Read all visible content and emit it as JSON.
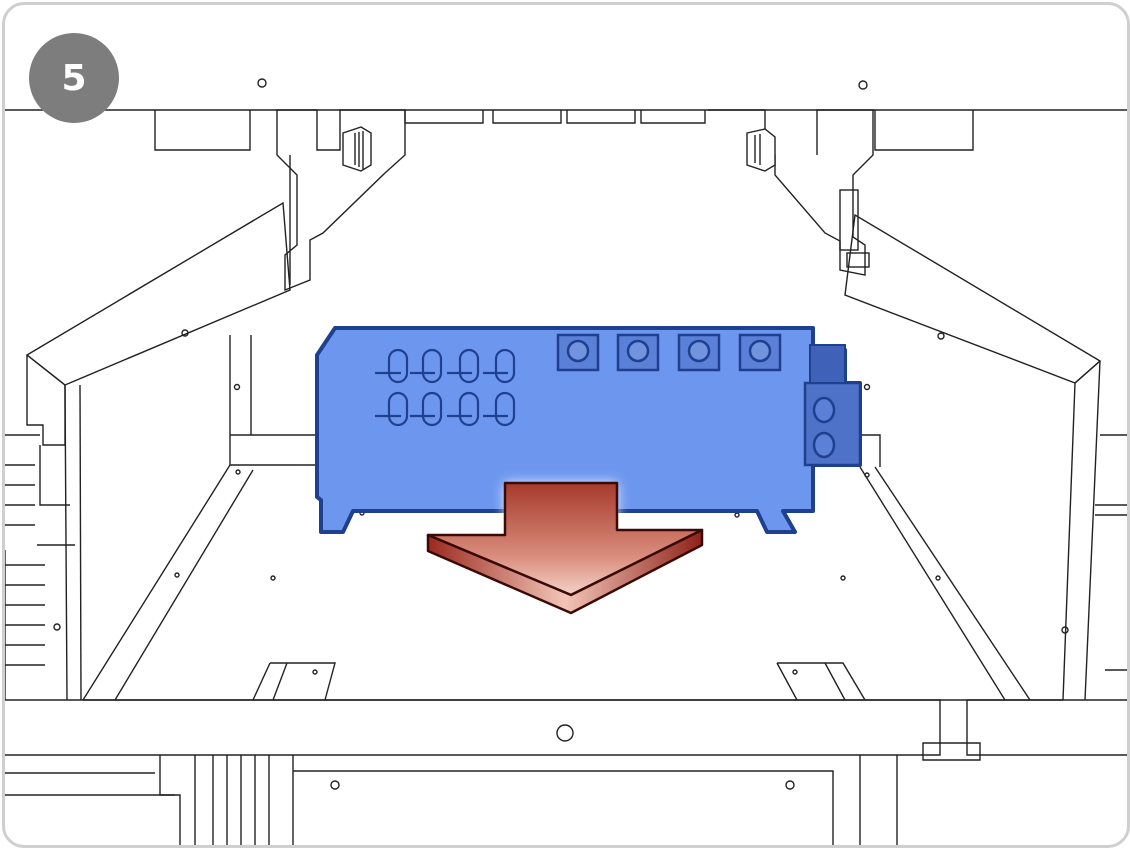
{
  "step": {
    "number": "5"
  },
  "instruction": {
    "action": "remove-component",
    "direction": "down-toward-viewer"
  },
  "icons": {
    "component": "relay-module-icon",
    "arrow": "removal-arrow-icon"
  },
  "colors": {
    "frame_border": "#cfcfcf",
    "badge_fill": "#7d7d7d",
    "badge_text": "#ffffff",
    "line_art": "#222222",
    "component_fill": "#6d97ee",
    "component_stroke": "#1f3f8f",
    "component_dark": "#3f62b8",
    "arrow_top": "#b24a3e",
    "arrow_front": "#7a1c14",
    "arrow_glow": "#ffffff"
  }
}
